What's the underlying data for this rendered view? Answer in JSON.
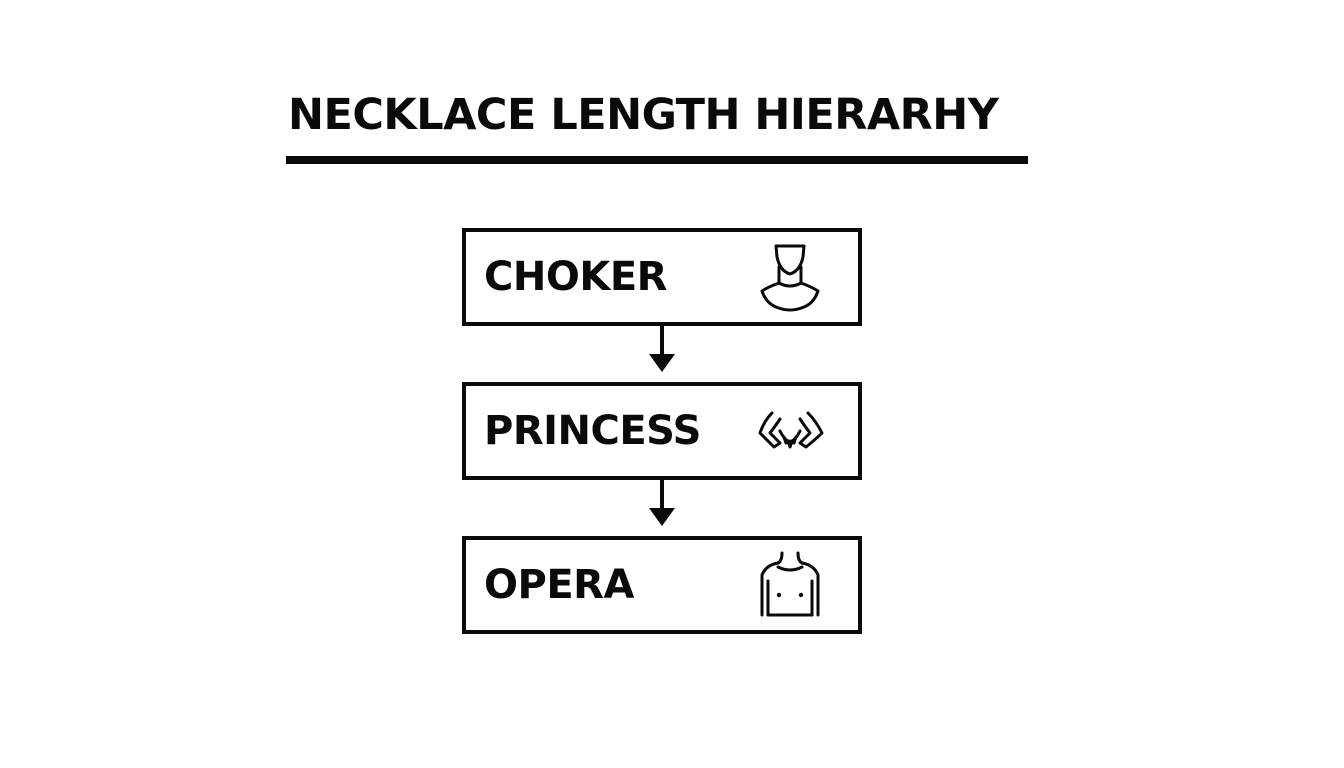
{
  "title": "NECKLACE LENGTH HIERARHY",
  "levels": [
    {
      "label": "CHOKER",
      "icon": "neck-choker-icon"
    },
    {
      "label": "PRINCESS",
      "icon": "collarbone-princess-icon"
    },
    {
      "label": "OPERA",
      "icon": "torso-opera-icon"
    }
  ],
  "colors": {
    "ink": "#0a0a0a",
    "background": "#ffffff"
  }
}
